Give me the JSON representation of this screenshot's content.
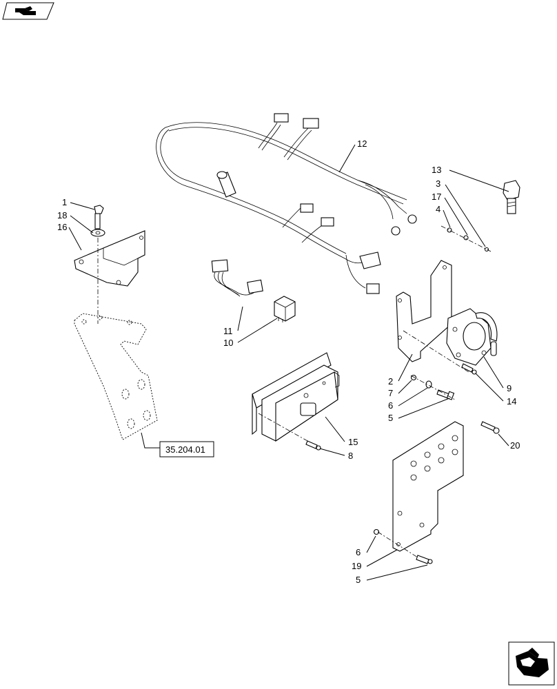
{
  "reference": "35.204.01",
  "icons": {
    "top_left": "back-hand-icon",
    "bottom_right": "next-hand-icon"
  },
  "callouts": {
    "c1": "1",
    "c18": "18",
    "c16": "16",
    "c12": "12",
    "c13": "13",
    "c3": "3",
    "c17": "17",
    "c4": "4",
    "c11": "11",
    "c10": "10",
    "c2": "2",
    "c7": "7",
    "c6a": "6",
    "c5a": "5",
    "c9": "9",
    "c14": "14",
    "c15": "15",
    "c8": "8",
    "c20": "20",
    "c6b": "6",
    "c19": "19",
    "c5b": "5"
  }
}
